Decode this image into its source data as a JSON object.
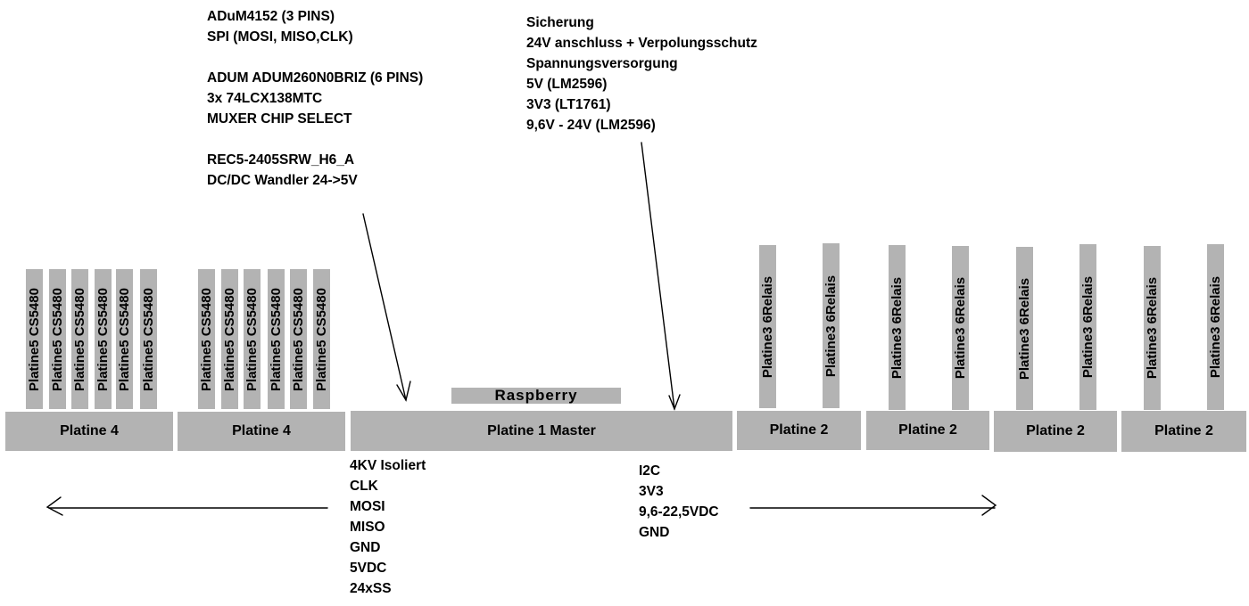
{
  "notes": {
    "isolator_block": [
      "ADuM4152 (3 PINS)",
      "SPI (MOSI, MISO,CLK)",
      "",
      "ADUM ADUM260N0BRIZ  (6 PINS)",
      "3x 74LCX138MTC",
      "MUXER CHIP SELECT",
      "",
      "REC5-2405SRW_H6_A",
      "DC/DC Wandler 24->5V"
    ],
    "power_block": [
      "Sicherung",
      "24V anschluss + Verpolungsschutz",
      "Spannungsversorgung",
      "5V (LM2596)",
      "3V3 (LT1761)",
      "9,6V  - 24V (LM2596)"
    ]
  },
  "boards": {
    "left": [
      "Platine 4",
      "Platine 4"
    ],
    "master": "Platine 1 Master",
    "right": [
      "Platine 2",
      "Platine 2",
      "Platine 2",
      "Platine 2"
    ]
  },
  "raspberry": "Raspberry",
  "modules": {
    "cs5480_label": "Platine5 CS5480",
    "relais_label": "Platine3 6Relais"
  },
  "bus_left": {
    "title": "4KV Isoliert",
    "signals": [
      "CLK",
      "MOSI",
      "MISO",
      "GND",
      "5VDC",
      "24xSS"
    ]
  },
  "bus_right": {
    "title": "I2C",
    "signals": [
      "3V3",
      "9,6-22,5VDC",
      "GND"
    ]
  },
  "colors": {
    "board_fill": "#b3b3b3",
    "text": "#000000",
    "line": "#000000"
  }
}
